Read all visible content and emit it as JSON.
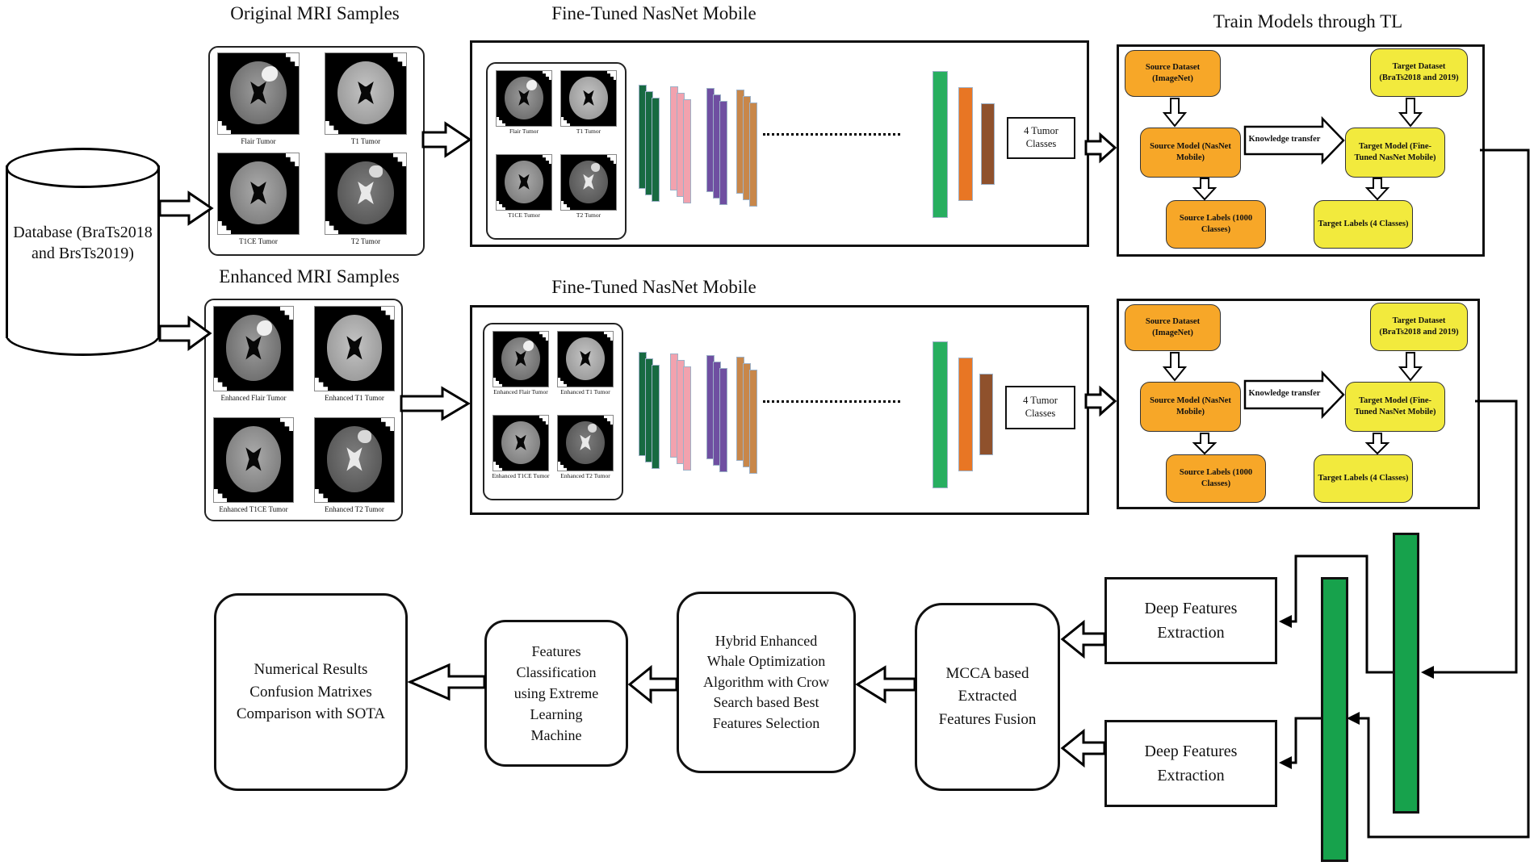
{
  "titles": {
    "original_samples": "Original MRI Samples",
    "enhanced_samples": "Enhanced MRI Samples",
    "nasnet_top": "Fine-Tuned NasNet Mobile",
    "nasnet_bottom": "Fine-Tuned NasNet Mobile",
    "train_models": "Train Models through TL"
  },
  "database": {
    "label": "Database (BraTs2018 and BrsTs2019)"
  },
  "original_panel": {
    "samples": [
      {
        "label": "Flair Tumor",
        "modality": "flair"
      },
      {
        "label": "T1 Tumor",
        "modality": "t1"
      },
      {
        "label": "T1CE Tumor",
        "modality": "t1ce"
      },
      {
        "label": "T2 Tumor",
        "modality": "t2"
      }
    ]
  },
  "enhanced_panel": {
    "samples": [
      {
        "label": "Enhanced Flair Tumor",
        "modality": "flair"
      },
      {
        "label": "Enhanced T1 Tumor",
        "modality": "t1"
      },
      {
        "label": "Enhanced T1CE Tumor",
        "modality": "t1ce"
      },
      {
        "label": "Enhanced T2 Tumor",
        "modality": "t2"
      }
    ]
  },
  "nasnet_top": {
    "samples": [
      {
        "label": "Flair Tumor",
        "modality": "flair"
      },
      {
        "label": "T1 Tumor",
        "modality": "t1"
      },
      {
        "label": "T1CE Tumor",
        "modality": "t1ce"
      },
      {
        "label": "T2 Tumor",
        "modality": "t2"
      }
    ],
    "output_label": "4 Tumor Classes"
  },
  "nasnet_bottom": {
    "samples": [
      {
        "label": "Enhanced Flair Tumor",
        "modality": "flair"
      },
      {
        "label": "Enhanced T1 Tumor",
        "modality": "t1"
      },
      {
        "label": "Enhanced T1CE Tumor",
        "modality": "t1ce"
      },
      {
        "label": "Enhanced T2 Tumor",
        "modality": "t2"
      }
    ],
    "output_label": "4 Tumor Classes"
  },
  "tl_top": {
    "source_dataset": "Source Dataset (ImageNet)",
    "target_dataset": "Target Dataset (BraTs2018 and 2019)",
    "source_model": "Source Model (NasNet Mobile)",
    "target_model": "Target Model (Fine-Tuned NasNet Mobile)",
    "source_labels": "Source Labels (1000 Classes)",
    "target_labels": "Target Labels (4 Classes)",
    "knowledge_transfer": "Knowledge transfer"
  },
  "tl_bottom": {
    "source_dataset": "Source Dataset (ImageNet)",
    "target_dataset": "Target Dataset (BraTs2018 and 2019)",
    "source_model": "Source Model (NasNet Mobile)",
    "target_model": "Target Model (Fine-Tuned NasNet Mobile)",
    "source_labels": "Source Labels (1000 Classes)",
    "target_labels": "Target Labels (4 Classes)",
    "knowledge_transfer": "Knowledge transfer"
  },
  "pipeline": {
    "deep_features_top": "Deep Features Extraction",
    "deep_features_bottom": "Deep Features Extraction",
    "mcca": "MCCA based Extracted Features Fusion",
    "hybrid": "Hybrid Enhanced Whale Optimization Algorithm with Crow Search based Best Features Selection",
    "elm": "Features Classification using Extreme Learning Machine",
    "results": "Numerical Results Confusion Matrixes Comparison with SOTA"
  },
  "colors": {
    "box_orange": "#f7a728",
    "box_yellow": "#f2ea3d",
    "bar_green_dark": "#176a41",
    "bar_pink": "#f2a2ae",
    "bar_purple": "#6f4fa1",
    "bar_tan": "#c8874a",
    "bar_green_bright": "#27ae60",
    "bar_orange": "#e87624",
    "bar_brown": "#8f512c",
    "feature_bar_green": "#17a24c"
  }
}
